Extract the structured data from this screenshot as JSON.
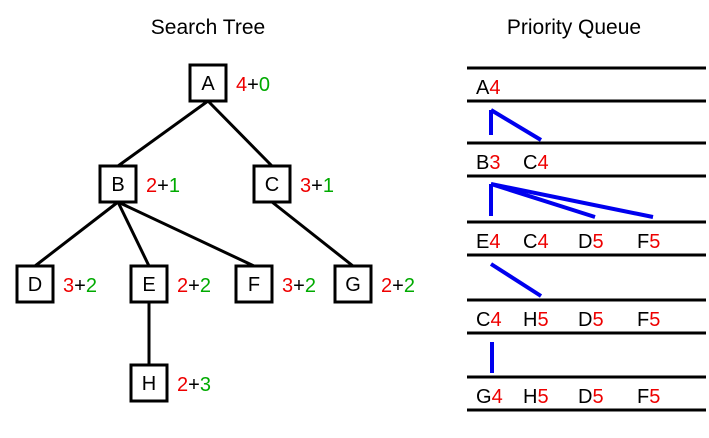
{
  "titles": {
    "tree": "Search Tree",
    "queue": "Priority Queue"
  },
  "colors": {
    "g": "#ee0000",
    "h": "#00aa00",
    "pointer": "#0000ee",
    "ink": "#000000"
  },
  "tree": {
    "nodes": [
      {
        "id": "A",
        "g": "4",
        "plus": "+",
        "h": "0"
      },
      {
        "id": "B",
        "g": "2",
        "plus": "+",
        "h": "1"
      },
      {
        "id": "C",
        "g": "3",
        "plus": "+",
        "h": "1"
      },
      {
        "id": "D",
        "g": "3",
        "plus": "+",
        "h": "2"
      },
      {
        "id": "E",
        "g": "2",
        "plus": "+",
        "h": "2"
      },
      {
        "id": "F",
        "g": "3",
        "plus": "+",
        "h": "2"
      },
      {
        "id": "G",
        "g": "2",
        "plus": "+",
        "h": "2"
      },
      {
        "id": "H",
        "g": "2",
        "plus": "+",
        "h": "3"
      }
    ],
    "edges": [
      [
        "A",
        "B"
      ],
      [
        "A",
        "C"
      ],
      [
        "B",
        "D"
      ],
      [
        "B",
        "E"
      ],
      [
        "B",
        "F"
      ],
      [
        "C",
        "G"
      ],
      [
        "E",
        "H"
      ]
    ]
  },
  "queue": {
    "rows": [
      [
        {
          "id": "A",
          "f": "4"
        }
      ],
      [
        {
          "id": "B",
          "f": "3"
        },
        {
          "id": "C",
          "f": "4"
        }
      ],
      [
        {
          "id": "E",
          "f": "4"
        },
        {
          "id": "C",
          "f": "4"
        },
        {
          "id": "D",
          "f": "5"
        },
        {
          "id": "F",
          "f": "5"
        }
      ],
      [
        {
          "id": "C",
          "f": "4"
        },
        {
          "id": "H",
          "f": "5"
        },
        {
          "id": "D",
          "f": "5"
        },
        {
          "id": "F",
          "f": "5"
        }
      ],
      [
        {
          "id": "G",
          "f": "4"
        },
        {
          "id": "H",
          "f": "5"
        },
        {
          "id": "D",
          "f": "5"
        },
        {
          "id": "F",
          "f": "5"
        }
      ]
    ]
  }
}
